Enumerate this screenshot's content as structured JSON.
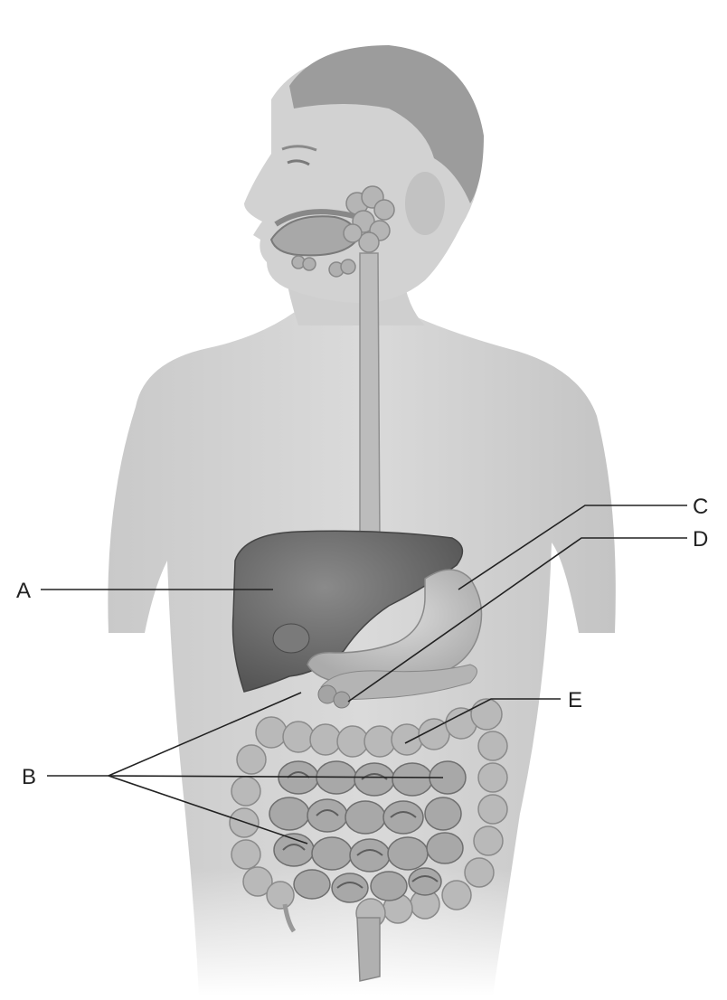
{
  "labels": {
    "A": "A",
    "B": "B",
    "C": "C",
    "D": "D",
    "E": "E"
  },
  "colors": {
    "background": "#ffffff",
    "skin": "#d4d4d4",
    "skin_shade": "#bdbdbd",
    "hair": "#9a9a9a",
    "liver": "#6a6a6a",
    "stomach": "#c6c6c6",
    "intestine": "#a9a9a9",
    "colon": "#b7b7b7",
    "leader_line": "#222222"
  },
  "icons": [
    "human-torso-illustration",
    "digestive-system-illustration"
  ]
}
